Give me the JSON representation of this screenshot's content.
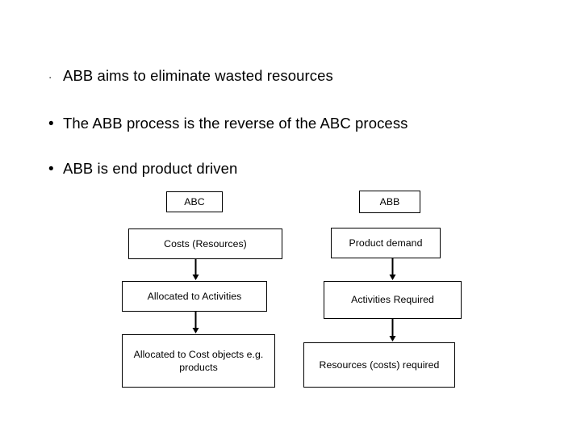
{
  "slide": {
    "bullets": [
      {
        "glyph": "·",
        "glyph_style": "small",
        "text": "ABB aims to eliminate wasted resources"
      },
      {
        "glyph": "•",
        "glyph_style": "large",
        "text": "The ABB process is the reverse of the ABC process"
      },
      {
        "glyph": "•",
        "glyph_style": "large",
        "text": "ABB is end product driven"
      }
    ],
    "diagram": {
      "columns": [
        {
          "header": "ABC",
          "steps": [
            "Costs (Resources)",
            "Allocated to Activities",
            "Allocated to Cost objects e.g. products"
          ]
        },
        {
          "header": "ABB",
          "steps": [
            "Product demand",
            "Activities Required",
            "Resources (costs) required"
          ]
        }
      ],
      "connector_icon": "down-arrow-icon",
      "line_color": "#000000",
      "box_fill": "#ffffff"
    }
  }
}
